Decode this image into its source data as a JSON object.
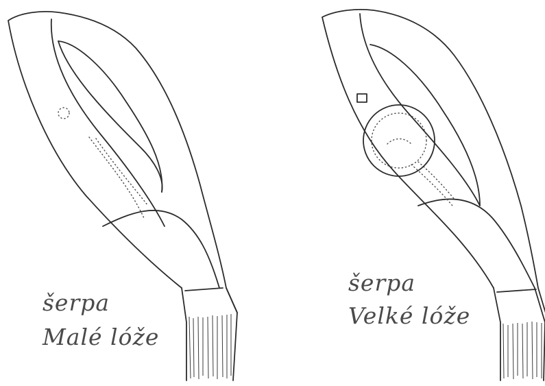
{
  "figures": [
    {
      "label_line1": "šerpa",
      "label_line2": "Malé lóže"
    },
    {
      "label_line1": "šerpa",
      "label_line2": "Velké lóže"
    }
  ],
  "colors": {
    "ink": "#2b2b2b",
    "text": "#4a4a4a",
    "background": "#ffffff"
  }
}
